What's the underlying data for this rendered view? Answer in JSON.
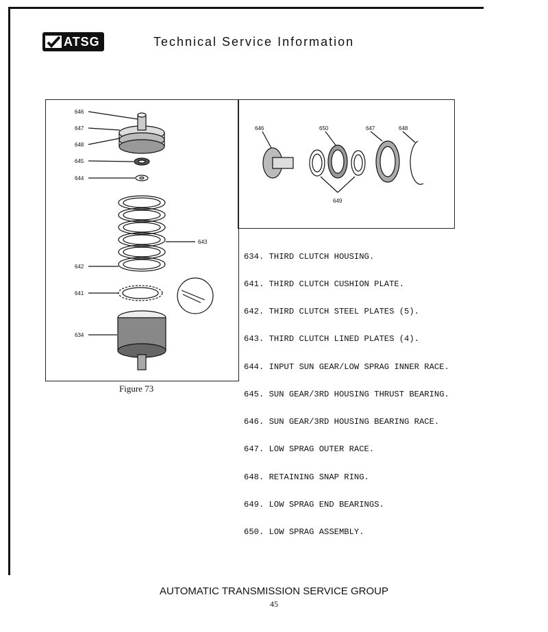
{
  "header": {
    "logo_text": "ATSG",
    "title": "Technical Service Information"
  },
  "figure": {
    "caption": "Figure 73",
    "left_callouts": [
      "646",
      "647",
      "648",
      "645",
      "644",
      "643",
      "642",
      "641",
      "634"
    ],
    "right_callouts": [
      "646",
      "650",
      "647",
      "648",
      "649"
    ]
  },
  "legend": {
    "items": [
      "634. THIRD CLUTCH HOUSING.",
      "641. THIRD CLUTCH CUSHION PLATE.",
      "642. THIRD CLUTCH STEEL PLATES (5).",
      "643. THIRD CLUTCH LINED PLATES (4).",
      "644. INPUT SUN GEAR/LOW SPRAG INNER RACE.",
      "645. SUN GEAR/3RD HOUSING THRUST BEARING.",
      "646. SUN GEAR/3RD HOUSING BEARING RACE.",
      "647. LOW SPRAG OUTER RACE.",
      "648. RETAINING SNAP RING.",
      "649. LOW SPRAG END BEARINGS.",
      "650. LOW SPRAG ASSEMBLY."
    ]
  },
  "footer": {
    "org": "AUTOMATIC TRANSMISSION SERVICE GROUP",
    "page_number": "45"
  }
}
